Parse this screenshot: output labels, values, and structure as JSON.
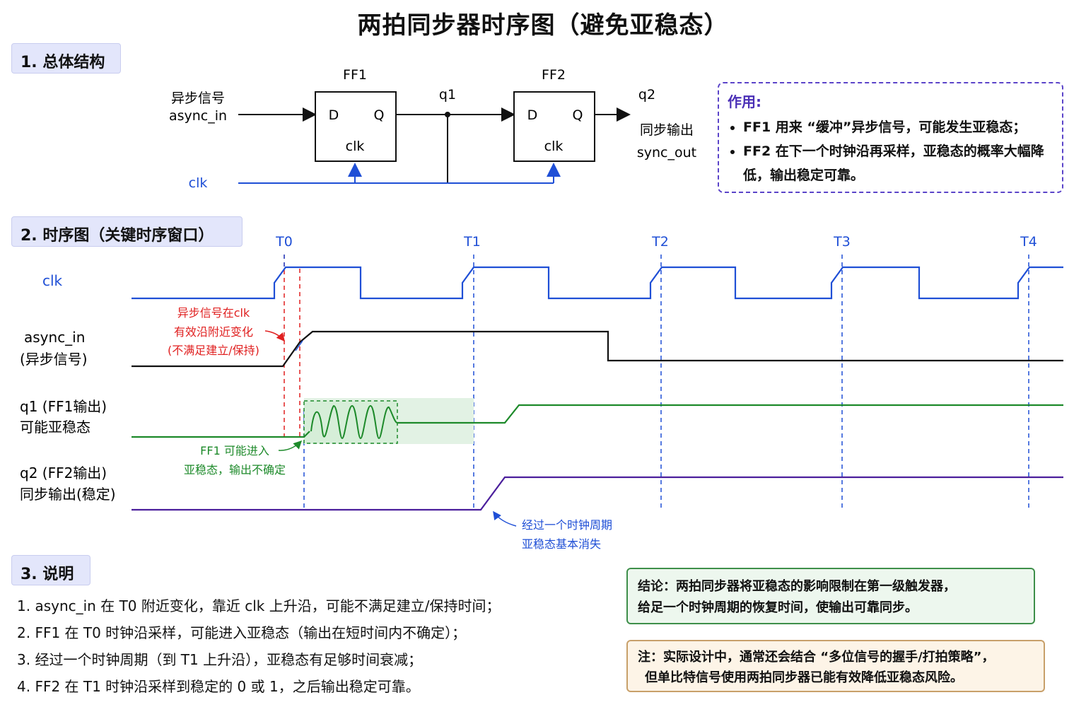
{
  "title": "两拍同步器时序图（避免亚稳态）",
  "sections": {
    "s1": "1. 总体结构",
    "s2": "2. 时序图（关键时序窗口）",
    "s3": "3. 说明"
  },
  "structure": {
    "async_label_cn": "异步信号",
    "async_label": "async_in",
    "clk_label": "clk",
    "ff1_title": "FF1",
    "ff2_title": "FF2",
    "pin_d": "D",
    "pin_q": "Q",
    "pin_clk": "clk",
    "q1_label": "q1",
    "q2_label": "q2",
    "out_cn": "同步输出",
    "out_label": "sync_out"
  },
  "purpose": {
    "heading": "作用:",
    "items": [
      "FF1 用来 “缓冲”异步信号，可能发生亚稳态；",
      "FF2 在下一个时钟沿再采样，亚稳态的概率大幅降低，输出稳定可靠。"
    ]
  },
  "timing": {
    "time_labels": [
      "T0",
      "T1",
      "T2",
      "T3",
      "T4"
    ],
    "signals": {
      "clk": "clk",
      "async1": "async_in",
      "async2": "(异步信号)",
      "q1a": "q1 (FF1输出)",
      "q1b": "可能亚稳态",
      "q2a": "q2 (FF2输出)",
      "q2b": "同步输出(稳定)"
    },
    "annotations": {
      "async_note": [
        "异步信号在clk",
        "有效沿附近变化",
        "(不满足建立/保持)"
      ],
      "ff1_note": [
        "FF1 可能进入",
        "亚稳态，输出不确定"
      ],
      "period_note": [
        "经过一个时钟周期",
        "亚稳态基本消失"
      ]
    },
    "colors": {
      "clk": "#1f4fd6",
      "async": "#111111",
      "q1": "#1d8a2a",
      "q2": "#4b1f9c",
      "violation": "#e02020"
    }
  },
  "notes": {
    "steps": [
      "1.  async_in 在 T0 附近变化，靠近 clk 上升沿，可能不满足建立/保持时间；",
      "2.  FF1 在 T0 时钟沿采样，可能进入亚稳态（输出在短时间内不确定）；",
      "3.  经过一个时钟周期（到 T1 上升沿），亚稳态有足够时间衰减；",
      "4.  FF2 在 T1 时钟沿采样到稳定的 0 或 1，之后输出稳定可靠。"
    ],
    "conclusion": {
      "label": "结论：",
      "line1": "两拍同步器将亚稳态的影响限制在第一级触发器，",
      "line2": "给足一个时钟周期的恢复时间，使输出可靠同步。"
    },
    "note": {
      "line1": "注：实际设计中，通常还会结合 “多位信号的握手/打拍策略”，",
      "line2": "但单比特信号使用两拍同步器已能有效降低亚稳态风险。"
    }
  }
}
